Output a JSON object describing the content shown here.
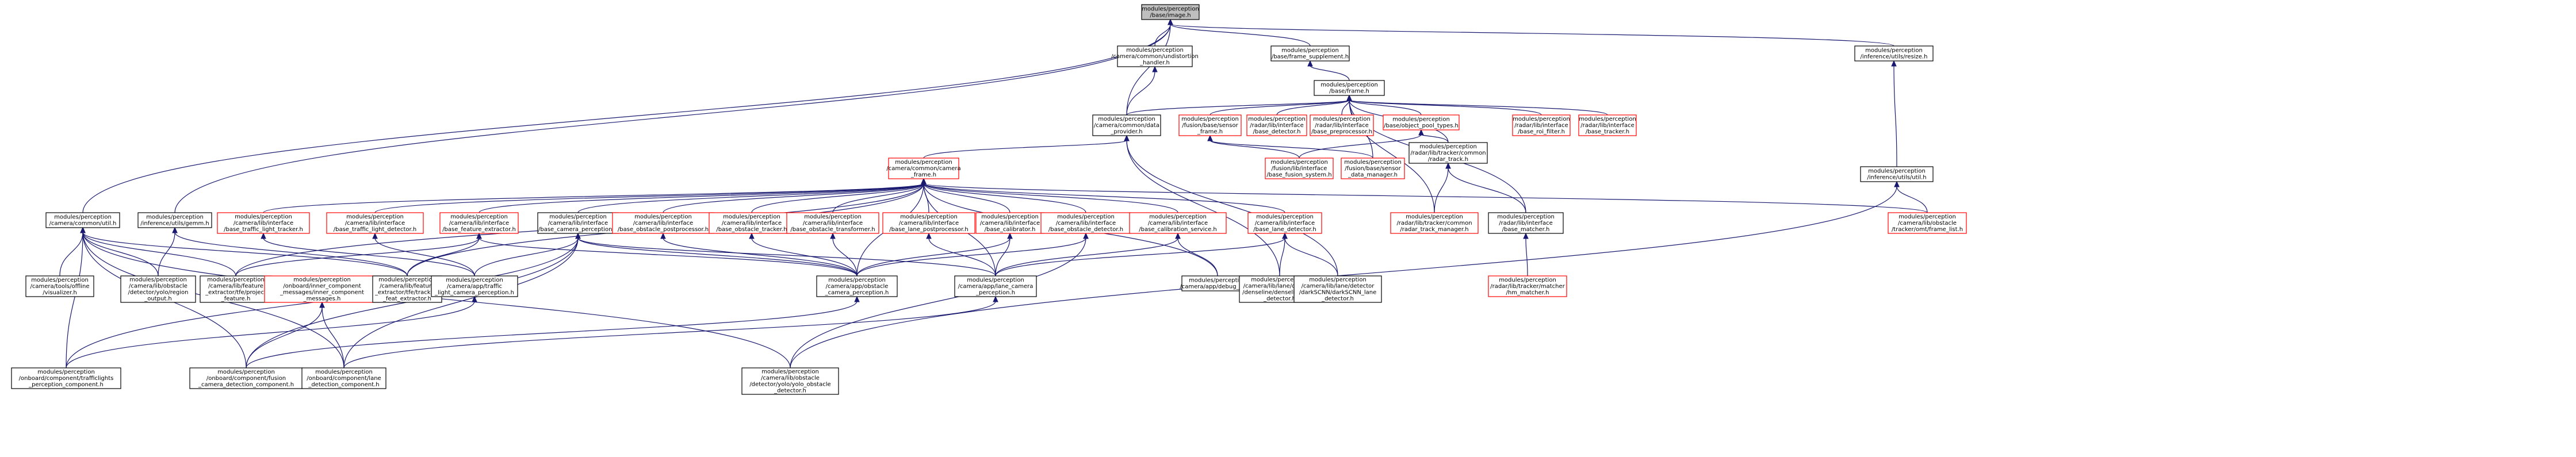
{
  "nodes": [
    {
      "id": "n0",
      "lines": [
        "modules/perception",
        "/base/image.h"
      ],
      "kind": "root"
    },
    {
      "id": "n1",
      "lines": [
        "modules/perception",
        "/camera/common/undistortion",
        "_handler.h"
      ],
      "kind": "black"
    },
    {
      "id": "n2",
      "lines": [
        "modules/perception",
        "/base/frame_supplement.h"
      ],
      "kind": "black"
    },
    {
      "id": "n3",
      "lines": [
        "modules/perception",
        "/inference/utils/resize.h"
      ],
      "kind": "black"
    },
    {
      "id": "n4",
      "lines": [
        "modules/perception",
        "/base/frame.h"
      ],
      "kind": "black"
    },
    {
      "id": "n5",
      "lines": [
        "modules/perception",
        "/camera/common/data",
        "_provider.h"
      ],
      "kind": "black"
    },
    {
      "id": "n6",
      "lines": [
        "modules/perception",
        "/fusion/base/sensor",
        "_frame.h"
      ],
      "kind": "red"
    },
    {
      "id": "n7",
      "lines": [
        "modules/perception",
        "/radar/lib/interface",
        "/base_detector.h"
      ],
      "kind": "red"
    },
    {
      "id": "n8",
      "lines": [
        "modules/perception",
        "/radar/lib/interface",
        "/base_preprocessor.h"
      ],
      "kind": "red"
    },
    {
      "id": "n9",
      "lines": [
        "modules/perception",
        "/base/object_pool_types.h"
      ],
      "kind": "red"
    },
    {
      "id": "n10",
      "lines": [
        "modules/perception",
        "/radar/lib/interface",
        "/base_roi_filter.h"
      ],
      "kind": "red"
    },
    {
      "id": "n11",
      "lines": [
        "modules/perception",
        "/radar/lib/interface",
        "/base_tracker.h"
      ],
      "kind": "red"
    },
    {
      "id": "n12",
      "lines": [
        "modules/perception",
        "/camera/common/camera",
        "_frame.h"
      ],
      "kind": "red"
    },
    {
      "id": "n13",
      "lines": [
        "modules/perception",
        "/fusion/lib/interface",
        "/base_fusion_system.h"
      ],
      "kind": "red"
    },
    {
      "id": "n14",
      "lines": [
        "modules/perception",
        "/fusion/base/sensor",
        "_data_manager.h"
      ],
      "kind": "red"
    },
    {
      "id": "n15",
      "lines": [
        "modules/perception",
        "/radar/lib/tracker/common",
        "/radar_track.h"
      ],
      "kind": "black"
    },
    {
      "id": "n16",
      "lines": [
        "modules/perception",
        "/inference/utils/util.h"
      ],
      "kind": "black"
    },
    {
      "id": "n17",
      "lines": [
        "modules/perception",
        "/camera/common/util.h"
      ],
      "kind": "black"
    },
    {
      "id": "n18",
      "lines": [
        "modules/perception",
        "/inference/utils/gemm.h"
      ],
      "kind": "black"
    },
    {
      "id": "n19",
      "lines": [
        "modules/perception",
        "/camera/lib/interface",
        "/base_traffic_light_tracker.h"
      ],
      "kind": "red"
    },
    {
      "id": "n20",
      "lines": [
        "modules/perception",
        "/camera/lib/interface",
        "/base_traffic_light_detector.h"
      ],
      "kind": "red"
    },
    {
      "id": "n21",
      "lines": [
        "modules/perception",
        "/camera/lib/interface",
        "/base_feature_extractor.h"
      ],
      "kind": "red"
    },
    {
      "id": "n22",
      "lines": [
        "modules/perception",
        "/camera/lib/interface",
        "/base_camera_perception.h"
      ],
      "kind": "black"
    },
    {
      "id": "n23",
      "lines": [
        "modules/perception",
        "/camera/lib/interface",
        "/base_obstacle_postprocessor.h"
      ],
      "kind": "red"
    },
    {
      "id": "n24",
      "lines": [
        "modules/perception",
        "/camera/lib/interface",
        "/base_obstacle_tracker.h"
      ],
      "kind": "red"
    },
    {
      "id": "n25",
      "lines": [
        "modules/perception",
        "/camera/lib/interface",
        "/base_obstacle_transformer.h"
      ],
      "kind": "red"
    },
    {
      "id": "n26",
      "lines": [
        "modules/perception",
        "/camera/lib/interface",
        "/base_lane_postprocessor.h"
      ],
      "kind": "red"
    },
    {
      "id": "n27",
      "lines": [
        "modules/perception",
        "/camera/lib/interface",
        "/base_calibrator.h"
      ],
      "kind": "red"
    },
    {
      "id": "n28",
      "lines": [
        "modules/perception",
        "/camera/lib/interface",
        "/base_obstacle_detector.h"
      ],
      "kind": "red"
    },
    {
      "id": "n29",
      "lines": [
        "modules/perception",
        "/camera/lib/interface",
        "/base_calibration_service.h"
      ],
      "kind": "red"
    },
    {
      "id": "n30",
      "lines": [
        "modules/perception",
        "/camera/lib/interface",
        "/base_lane_detector.h"
      ],
      "kind": "red"
    },
    {
      "id": "n31",
      "lines": [
        "modules/perception",
        "/radar/lib/tracker/common",
        "/radar_track_manager.h"
      ],
      "kind": "red"
    },
    {
      "id": "n32",
      "lines": [
        "modules/perception",
        "/radar/lib/interface",
        "/base_matcher.h"
      ],
      "kind": "black"
    },
    {
      "id": "n33",
      "lines": [
        "modules/perception",
        "/camera/lib/obstacle",
        "/tracker/omt/frame_list.h"
      ],
      "kind": "red"
    },
    {
      "id": "n34",
      "lines": [
        "modules/perception",
        "/camera/tools/offline",
        "/visualizer.h"
      ],
      "kind": "black"
    },
    {
      "id": "n35",
      "lines": [
        "modules/perception",
        "/camera/lib/obstacle",
        "/detector/yolo/region",
        "_output.h"
      ],
      "kind": "black"
    },
    {
      "id": "n36",
      "lines": [
        "modules/perception",
        "/camera/lib/feature",
        "_extractor/tfe/project",
        "_feature.h"
      ],
      "kind": "black"
    },
    {
      "id": "n37",
      "lines": [
        "modules/perception",
        "/onboard/inner_component",
        "_messages/inner_component",
        "_messages.h"
      ],
      "kind": "red"
    },
    {
      "id": "n38",
      "lines": [
        "modules/perception",
        "/camera/lib/feature",
        "_extractor/tfe/tracking",
        "_feat_extractor.h"
      ],
      "kind": "black"
    },
    {
      "id": "n39",
      "lines": [
        "modules/perception",
        "/camera/app/traffic",
        "_light_camera_perception.h"
      ],
      "kind": "black"
    },
    {
      "id": "n40",
      "lines": [
        "modules/perception",
        "/camera/app/obstacle",
        "_camera_perception.h"
      ],
      "kind": "black"
    },
    {
      "id": "n41",
      "lines": [
        "modules/perception",
        "/camera/app/lane_camera",
        "_perception.h"
      ],
      "kind": "black"
    },
    {
      "id": "n42",
      "lines": [
        "modules/perception",
        "/camera/app/debug_info.h"
      ],
      "kind": "black"
    },
    {
      "id": "n43",
      "lines": [
        "modules/perception",
        "/camera/lib/lane/detector",
        "/denseline/denseline_lane",
        "_detector.h"
      ],
      "kind": "black"
    },
    {
      "id": "n44",
      "lines": [
        "modules/perception",
        "/camera/lib/lane/detector",
        "/darkSCNN/darkSCNN_lane",
        "_detector.h"
      ],
      "kind": "black"
    },
    {
      "id": "n45",
      "lines": [
        "modules/perception",
        "/radar/lib/tracker/matcher",
        "/hm_matcher.h"
      ],
      "kind": "red"
    },
    {
      "id": "n46",
      "lines": [
        "modules/perception",
        "/onboard/component/trafficlights",
        "_perception_component.h"
      ],
      "kind": "black"
    },
    {
      "id": "n47",
      "lines": [
        "modules/perception",
        "/onboard/component/fusion",
        "_camera_detection_component.h"
      ],
      "kind": "black"
    },
    {
      "id": "n48",
      "lines": [
        "modules/perception",
        "/onboard/component/lane",
        "_detection_component.h"
      ],
      "kind": "black"
    },
    {
      "id": "n49",
      "lines": [
        "modules/perception",
        "/camera/lib/obstacle",
        "/detector/yolo/yolo_obstacle",
        "_detector.h"
      ],
      "kind": "black"
    }
  ],
  "edges": [
    [
      "n1",
      "n0"
    ],
    [
      "n2",
      "n0"
    ],
    [
      "n3",
      "n0"
    ],
    [
      "n5",
      "n0"
    ],
    [
      "n17",
      "n0"
    ],
    [
      "n18",
      "n0"
    ],
    [
      "n4",
      "n2"
    ],
    [
      "n5",
      "n1"
    ],
    [
      "n5",
      "n4"
    ],
    [
      "n6",
      "n4"
    ],
    [
      "n7",
      "n4"
    ],
    [
      "n8",
      "n4"
    ],
    [
      "n9",
      "n4"
    ],
    [
      "n10",
      "n4"
    ],
    [
      "n11",
      "n4"
    ],
    [
      "n14",
      "n4"
    ],
    [
      "n15",
      "n4"
    ],
    [
      "n31",
      "n4"
    ],
    [
      "n32",
      "n4"
    ],
    [
      "n15",
      "n9"
    ],
    [
      "n13",
      "n9"
    ],
    [
      "n12",
      "n5"
    ],
    [
      "n43",
      "n5"
    ],
    [
      "n44",
      "n5"
    ],
    [
      "n13",
      "n6"
    ],
    [
      "n14",
      "n6"
    ],
    [
      "n16",
      "n3"
    ],
    [
      "n33",
      "n16"
    ],
    [
      "n49",
      "n16"
    ],
    [
      "n31",
      "n15"
    ],
    [
      "n32",
      "n15"
    ],
    [
      "n45",
      "n32"
    ],
    [
      "n19",
      "n12"
    ],
    [
      "n20",
      "n12"
    ],
    [
      "n21",
      "n12"
    ],
    [
      "n22",
      "n12"
    ],
    [
      "n23",
      "n12"
    ],
    [
      "n24",
      "n12"
    ],
    [
      "n25",
      "n12"
    ],
    [
      "n26",
      "n12"
    ],
    [
      "n27",
      "n12"
    ],
    [
      "n28",
      "n12"
    ],
    [
      "n29",
      "n12"
    ],
    [
      "n30",
      "n12"
    ],
    [
      "n33",
      "n12"
    ],
    [
      "n36",
      "n12"
    ],
    [
      "n38",
      "n12"
    ],
    [
      "n40",
      "n12"
    ],
    [
      "n41",
      "n12"
    ],
    [
      "n42",
      "n12"
    ],
    [
      "n34",
      "n17"
    ],
    [
      "n35",
      "n17"
    ],
    [
      "n36",
      "n17"
    ],
    [
      "n38",
      "n17"
    ],
    [
      "n46",
      "n17"
    ],
    [
      "n47",
      "n17"
    ],
    [
      "n48",
      "n17"
    ],
    [
      "n49",
      "n17"
    ],
    [
      "n35",
      "n18"
    ],
    [
      "n38",
      "n18"
    ],
    [
      "n39",
      "n19"
    ],
    [
      "n39",
      "n20"
    ],
    [
      "n36",
      "n21"
    ],
    [
      "n38",
      "n21"
    ],
    [
      "n40",
      "n21"
    ],
    [
      "n39",
      "n22"
    ],
    [
      "n40",
      "n22"
    ],
    [
      "n41",
      "n22"
    ],
    [
      "n46",
      "n22"
    ],
    [
      "n47",
      "n22"
    ],
    [
      "n48",
      "n22"
    ],
    [
      "n40",
      "n23"
    ],
    [
      "n40",
      "n24"
    ],
    [
      "n40",
      "n25"
    ],
    [
      "n41",
      "n26"
    ],
    [
      "n40",
      "n27"
    ],
    [
      "n41",
      "n27"
    ],
    [
      "n40",
      "n28"
    ],
    [
      "n49",
      "n28"
    ],
    [
      "n41",
      "n29"
    ],
    [
      "n42",
      "n29"
    ],
    [
      "n41",
      "n30"
    ],
    [
      "n43",
      "n30"
    ],
    [
      "n44",
      "n30"
    ],
    [
      "n47",
      "n37"
    ],
    [
      "n48",
      "n37"
    ],
    [
      "n46",
      "n39"
    ],
    [
      "n47",
      "n40"
    ],
    [
      "n48",
      "n41"
    ]
  ]
}
